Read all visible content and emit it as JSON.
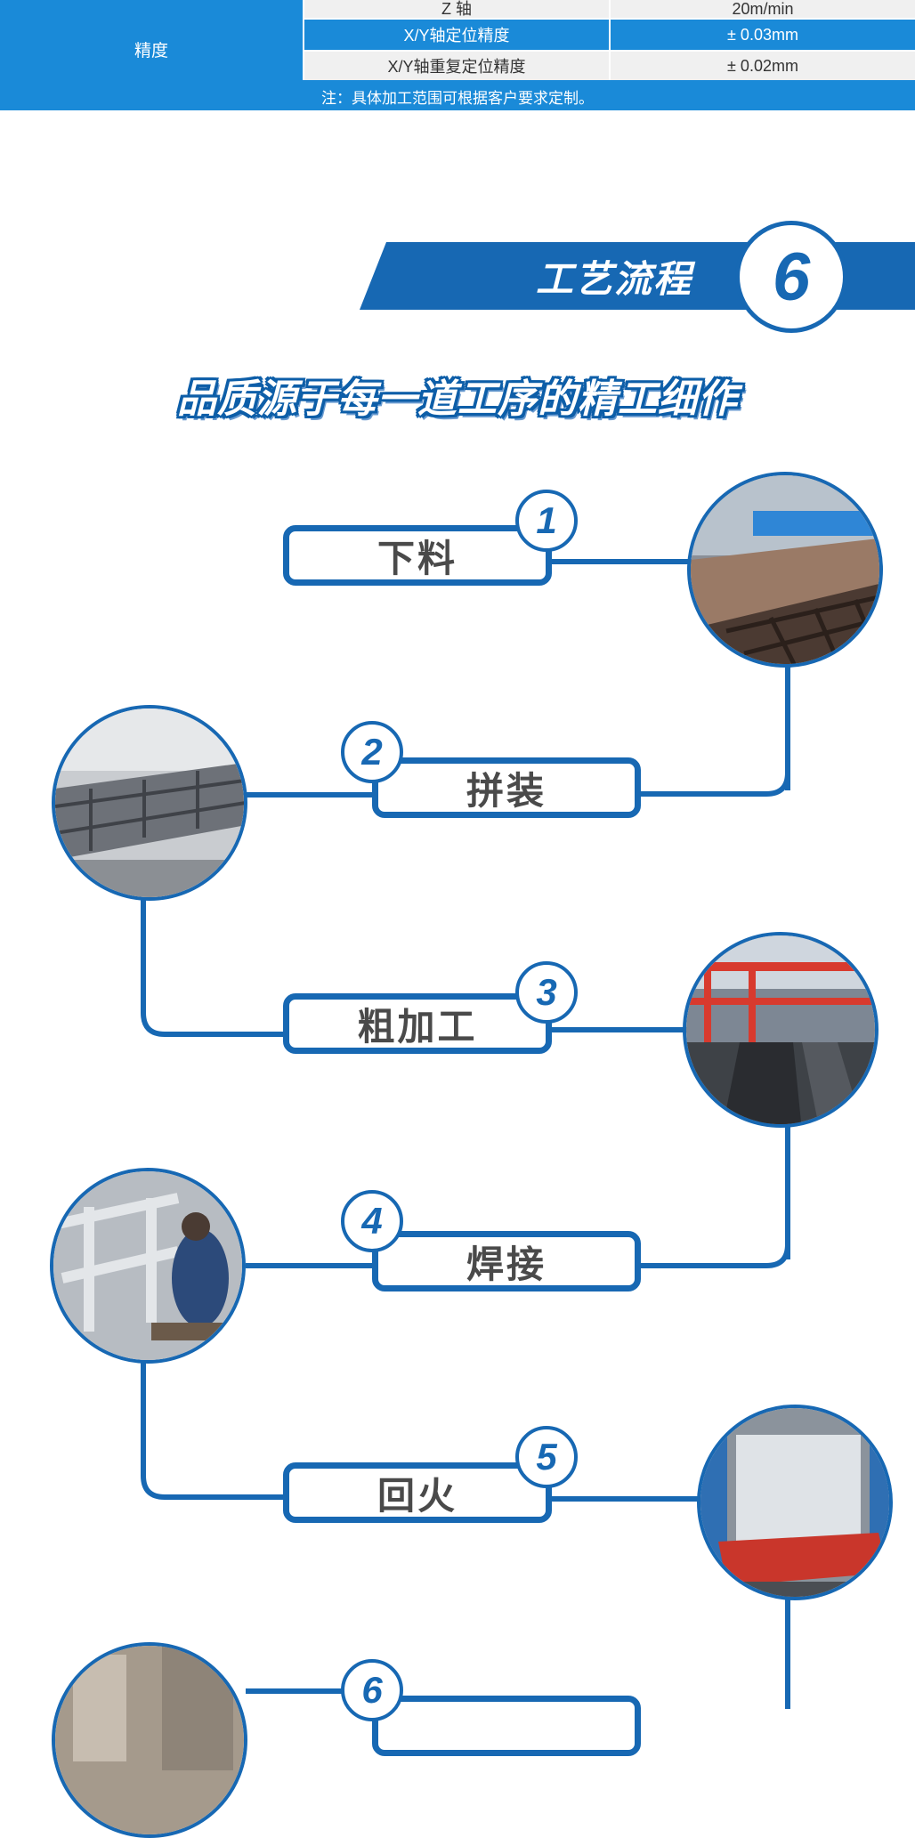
{
  "spec_table": {
    "rows": [
      {
        "label": "",
        "item": "Z 轴",
        "value": "20m/min"
      },
      {
        "label": "精度",
        "item": "X/Y轴定位精度",
        "value": "± 0.03mm"
      },
      {
        "label": "",
        "item": "X/Y轴重复定位精度",
        "value": "± 0.02mm"
      }
    ],
    "note": "注：具体加工范围可根据客户要求定制。"
  },
  "section": {
    "number": "6",
    "title": "工艺流程",
    "slogan": "品质源于每一道工序的精工细作"
  },
  "steps": [
    {
      "number": "1",
      "label": "下料",
      "photo": "cutting-photo"
    },
    {
      "number": "2",
      "label": "拼装",
      "photo": "assembly-photo"
    },
    {
      "number": "3",
      "label": "粗加工",
      "photo": "rough-machining-photo"
    },
    {
      "number": "4",
      "label": "焊接",
      "photo": "welding-photo"
    },
    {
      "number": "5",
      "label": "回火",
      "photo": "tempering-photo"
    },
    {
      "number": "6",
      "label": "",
      "photo": "step6-photo"
    }
  ],
  "colors": {
    "accent": "#1768b3",
    "table_blue": "#1a8ad8",
    "gray": "#f0f0f0"
  }
}
